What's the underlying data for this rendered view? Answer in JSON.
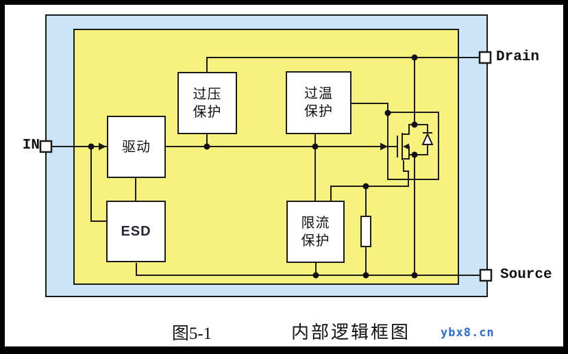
{
  "diagram": {
    "pins": {
      "in": {
        "label": "IN"
      },
      "drain": {
        "label": "Drain"
      },
      "source": {
        "label": "Source"
      }
    },
    "blocks": {
      "drive": {
        "label": "驱动"
      },
      "esd": {
        "label": "ESD"
      },
      "ovp": {
        "line1": "过压",
        "line2": "保护"
      },
      "otp": {
        "line1": "过温",
        "line2": "保护"
      },
      "ocp": {
        "line1": "限流",
        "line2": "保护"
      }
    },
    "components": {
      "mosfet": "power-mosfet-with-body-diode",
      "resistor": "sense-resistor"
    },
    "caption": {
      "figure_number": "图5-1",
      "title": "内部逻辑框图"
    },
    "watermark": {
      "text": "ybx8.cn"
    },
    "colors": {
      "outer_region_fill": "#cbe5f6",
      "inner_region_fill": "#f7f27d",
      "line": "#1a1a1a",
      "block_fill": "#ffffff",
      "watermark_blue": "#2b6cd8",
      "frame": "#000000"
    }
  }
}
